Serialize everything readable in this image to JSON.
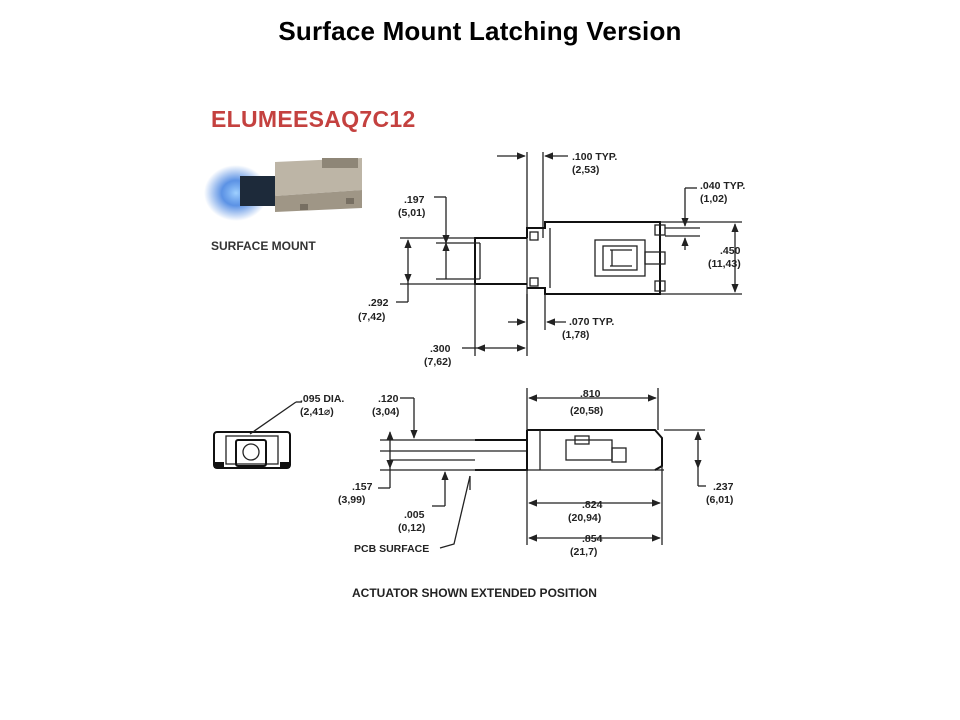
{
  "title": "Surface Mount Latching Version",
  "part_number": "ELUMEESAQ7C12",
  "mount_label": "SURFACE MOUNT",
  "footer_note": "ACTUATOR SHOWN EXTENDED POSITION",
  "colors": {
    "part_number": "#c4413f",
    "led_glow": "#3f7fe0"
  },
  "dims": {
    "d100_in": ".100 TYP.",
    "d100_mm": "(2,53)",
    "d040_in": ".040 TYP.",
    "d040_mm": "(1,02)",
    "d197_in": ".197",
    "d197_mm": "(5,01)",
    "d450_in": ".450",
    "d450_mm": "(11,43)",
    "d292_in": ".292",
    "d292_mm": "(7,42)",
    "d070_in": ".070 TYP.",
    "d070_mm": "(1,78)",
    "d300_in": ".300",
    "d300_mm": "(7,62)",
    "d095_in": ".095 DIA.",
    "d095_mm": "(2,41⌀)",
    "d120_in": ".120",
    "d120_mm": "(3,04)",
    "d810_in": ".810",
    "d810_mm": "(20,58)",
    "d237_in": ".237",
    "d237_mm": "(6,01)",
    "d157_in": ".157",
    "d157_mm": "(3,99)",
    "d005_in": ".005",
    "d005_mm": "(0,12)",
    "d824_in": ".824",
    "d824_mm": "(20,94)",
    "d854_in": ".854",
    "d854_mm": "(21,7)",
    "pcb": "PCB SURFACE"
  }
}
